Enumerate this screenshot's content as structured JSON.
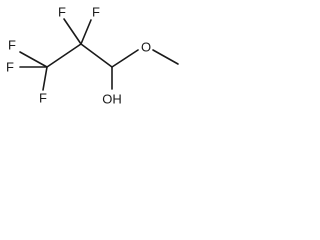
{
  "molecule": {
    "atoms": {
      "f_top_left": "F",
      "f_top_right": "F",
      "f_left_upper": "F",
      "f_left_middle": "F",
      "f_left_lower": "F",
      "oxygen_methoxy": "O",
      "hydroxyl": "OH"
    },
    "bond_color": "#1a1a1a",
    "label_color": "#1a1a1a"
  }
}
